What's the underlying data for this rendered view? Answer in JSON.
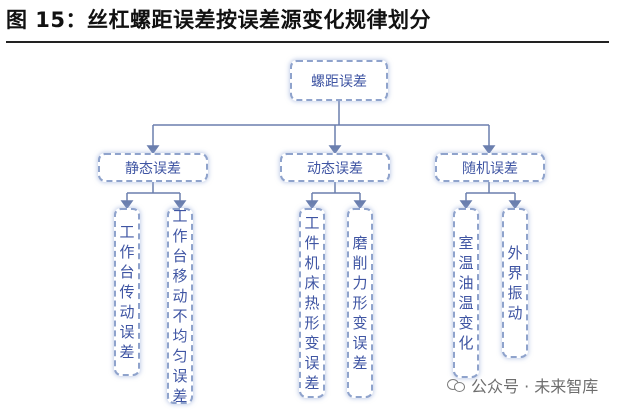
{
  "figure": {
    "title": "图 15：丝杠螺距误差按误差源变化规律划分"
  },
  "diagram": {
    "root": "螺距误差",
    "categories": [
      {
        "label": "静态误差",
        "children": [
          "工作台传动误差",
          "工作台移动不均匀误差"
        ]
      },
      {
        "label": "动态误差",
        "children": [
          "工件机床热形变误差",
          "磨削力形变误差"
        ]
      },
      {
        "label": "随机误差",
        "children": [
          "室温油温变化",
          "外界振动"
        ]
      }
    ]
  },
  "watermark": {
    "text": "公众号 · 未来智库",
    "icon": "wechat-icon"
  },
  "colors": {
    "line": "#6b7fae",
    "box_border": "#8fa3cc",
    "text": "#3f55a3"
  }
}
